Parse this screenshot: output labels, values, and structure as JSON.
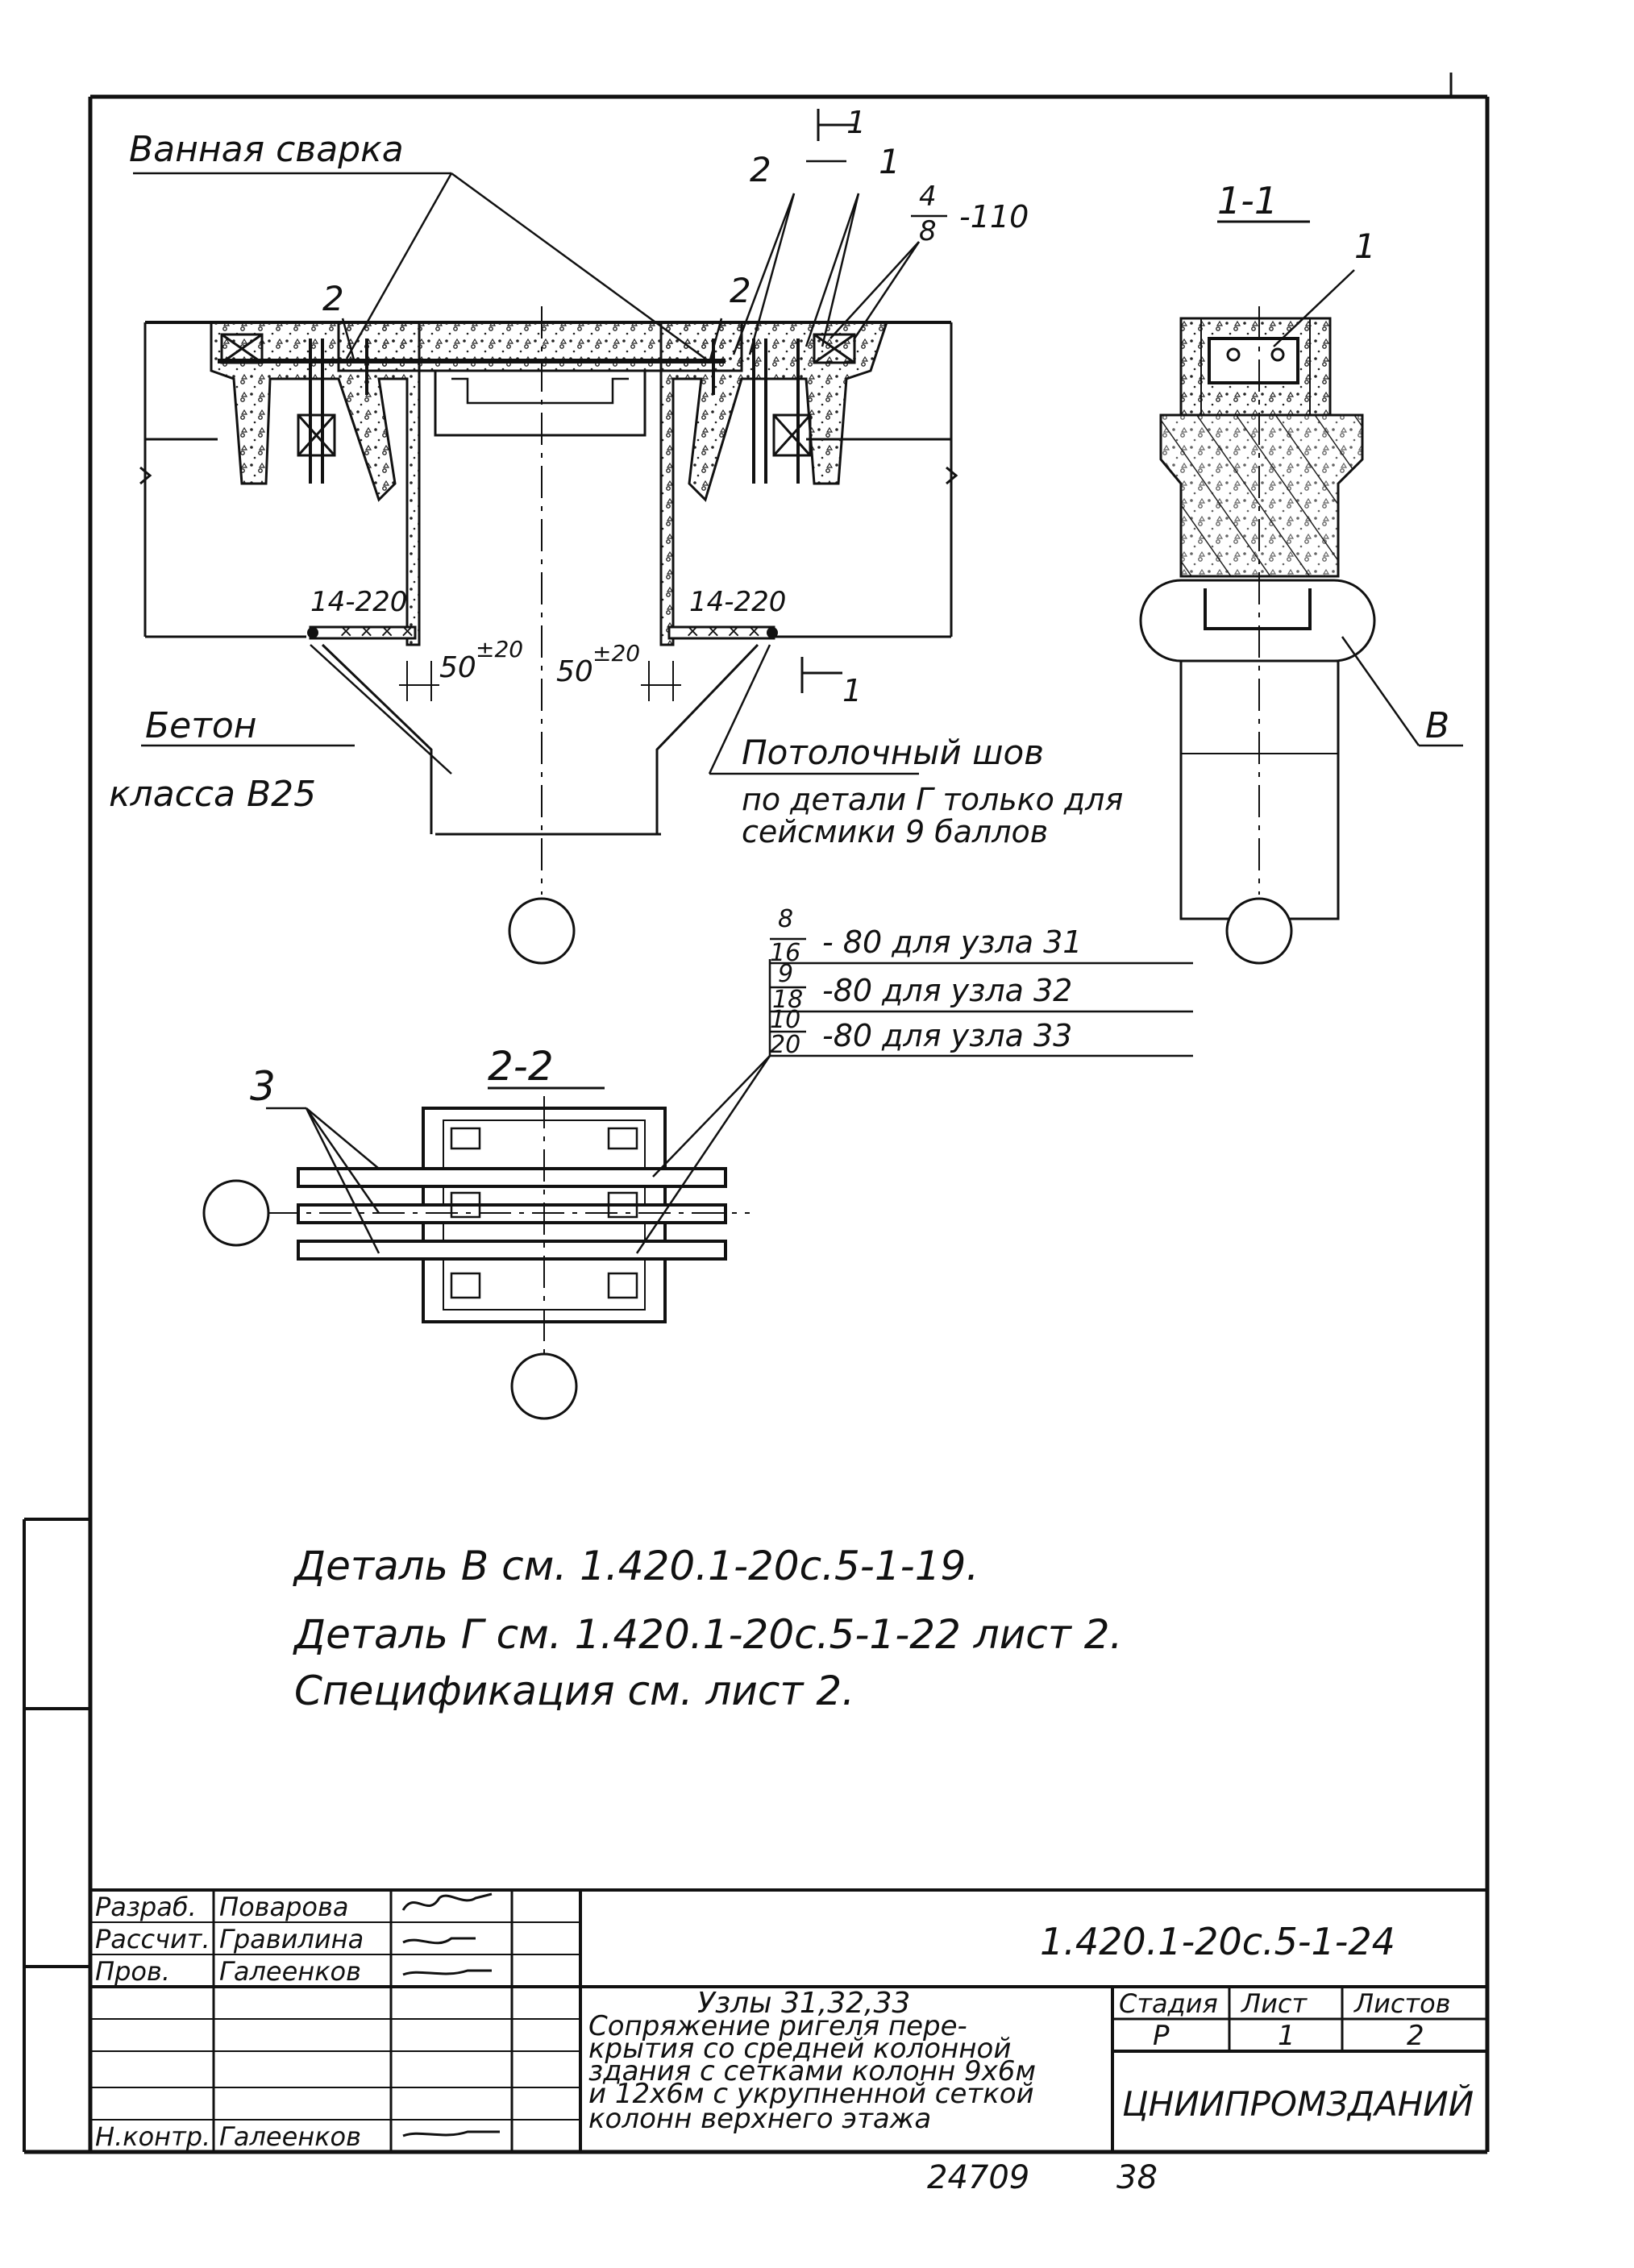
{
  "labels": {
    "welding": "Ванная сварка",
    "concrete_1": "Бетон",
    "concrete_2": "класса В25",
    "ceiling_seam": "Потолочный шов",
    "ceiling_note_1": "по детали Г только для",
    "ceiling_note_2": "сейсмики 9 баллов",
    "gap_left": "50",
    "gap_left_tol": "±20",
    "gap_right": "50",
    "gap_right_tol": "±20",
    "weld_left": "14-220",
    "weld_right": "14-220",
    "section_1_top": "1",
    "section_1_bottom": "1",
    "section_1_1": "1-1",
    "section_2_2": "2-2",
    "callout_1": "1",
    "callout_2": "2",
    "callout_2a": "2",
    "callout_2b": "2",
    "callout_3": "3",
    "callout_1_section": "1",
    "callout_b": "В",
    "frac_top_num": "4",
    "frac_top_den": "8",
    "frac_top_val": "-110",
    "weld_rows": [
      {
        "num": "8",
        "den": "16",
        "text": "- 80 для узла 31"
      },
      {
        "num": "9",
        "den": "18",
        "text": "-80 для узла 32"
      },
      {
        "num": "10",
        "den": "20",
        "text": "-80 для узла 33"
      }
    ]
  },
  "notes": [
    "Деталь В см. 1.420.1-20с.5-1-19.",
    "Деталь Г см. 1.420.1-20с.5-1-22 лист 2.",
    "Спецификация см. лист 2."
  ],
  "title_block": {
    "doc_code": "1.420.1-20с.5-1-24",
    "roles": [
      {
        "role": "Разраб.",
        "name": "Поварова"
      },
      {
        "role": "Рассчит.",
        "name": "Гравилина"
      },
      {
        "role": "Пров.",
        "name": "Галеенков"
      },
      {
        "role": "",
        "name": ""
      },
      {
        "role": "",
        "name": ""
      },
      {
        "role": "",
        "name": ""
      },
      {
        "role": "Н.контр.",
        "name": "Галеенков"
      }
    ],
    "title_lines": [
      "Узлы 31,32,33",
      "Сопряжение ригеля пере-",
      "крытия со средней колонной",
      "здания с сетками колонн 9x6м",
      "и 12x6м с укрупненной сеткой",
      "колонн верхнего этажа"
    ],
    "stage_label": "Стадия",
    "sheet_label": "Лист",
    "sheets_label": "Листов",
    "stage": "Р",
    "sheet": "1",
    "sheets": "2",
    "org": "ЦНИИПРОМЗДАНИЙ"
  },
  "footer": {
    "inv": "24709",
    "page": "38"
  }
}
